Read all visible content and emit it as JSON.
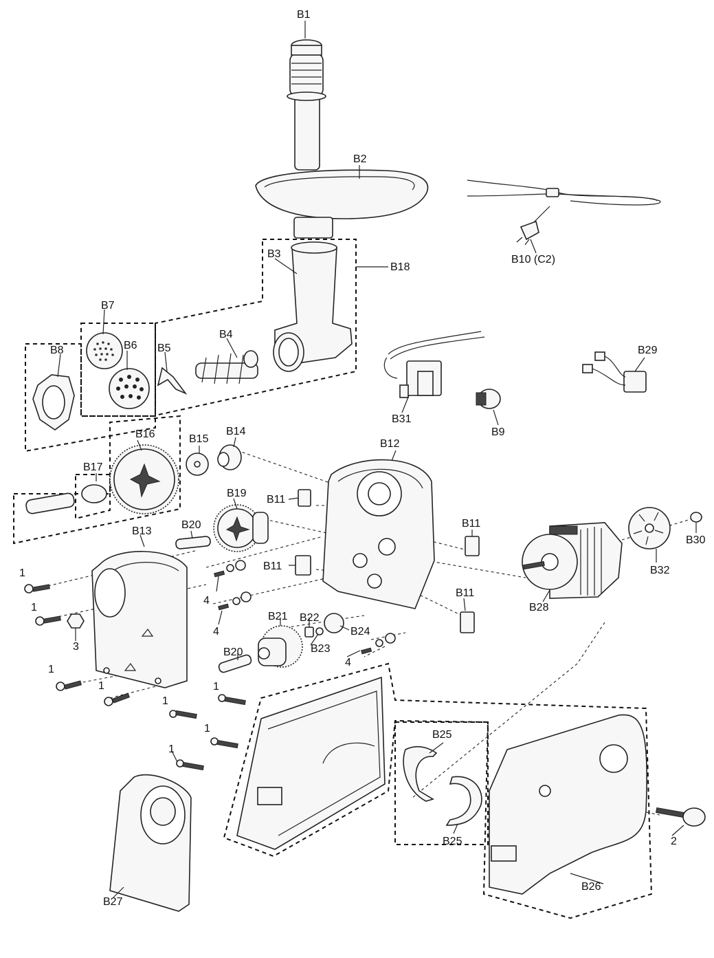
{
  "labels": {
    "B1": "B1",
    "B2": "B2",
    "B3": "B3",
    "B4": "B4",
    "B5": "B5",
    "B6": "B6",
    "B7": "B7",
    "B8": "B8",
    "B9": "B9",
    "B10": "B10 (C2)",
    "B11": "B11",
    "B12": "B12",
    "B13": "B13",
    "B14": "B14",
    "B15": "B15",
    "B16": "B16",
    "B17": "B17",
    "B18": "B18",
    "B19": "B19",
    "B20": "B20",
    "B21": "B21",
    "B22": "B22",
    "B23": "B23",
    "B24": "B24",
    "B25": "B25",
    "B26": "B26",
    "B27": "B27",
    "B28": "B28",
    "B29": "B29",
    "B30": "B30",
    "B31": "B31",
    "B32": "B32",
    "screw1": "1",
    "knob2": "2",
    "nut3": "3",
    "screwset4": "4"
  }
}
